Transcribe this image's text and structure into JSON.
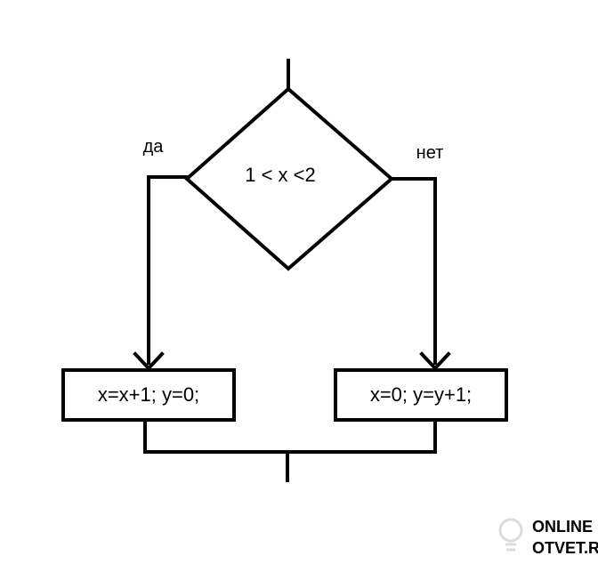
{
  "diagram": {
    "condition": "1 < x <2",
    "yes_label": "да",
    "no_label": "нет",
    "yes_action": "x=x+1; y=0;",
    "no_action": "x=0; y=y+1;"
  },
  "watermark": {
    "line1": "ONLINE",
    "line2": "OTVET.RU",
    "color": "#d6d6d6",
    "icon": "lightbulb-icon"
  }
}
